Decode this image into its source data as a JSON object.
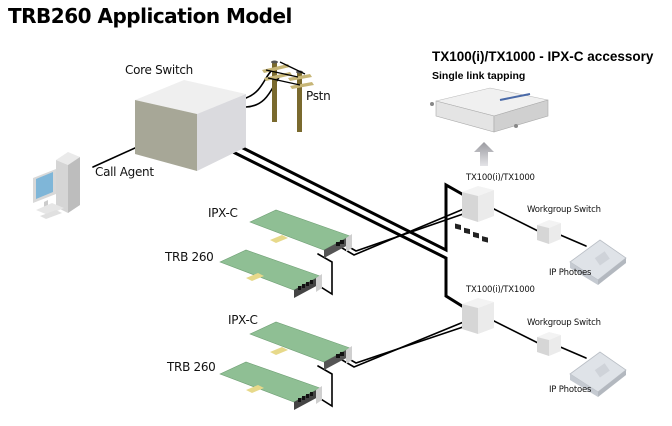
{
  "title": "TRB260 Application Model",
  "accessory": {
    "title": "TX100(i)/TX1000 - IPX-C accessory",
    "subtitle": "Single link tapping"
  },
  "nodes": {
    "core_switch": "Core Switch",
    "pstn": "Pstn",
    "call_agent": "Call Agent",
    "tap_top": "TX100(i)/TX1000",
    "tap_bottom": "TX100(i)/TX1000",
    "workgroup_top": "Workgroup Switch",
    "workgroup_bottom": "Workgroup Switch",
    "phone_top": "IP Photoes",
    "phone_bottom": "IP Photoes",
    "ipxc_top": "IPX-C",
    "trb_top": "TRB 260",
    "ipxc_bottom": "IPX-C",
    "trb_bottom": "TRB 260"
  },
  "colors": {
    "board": "#8fbf94",
    "box_front": "#a8a89a",
    "box_side": "#dcdce0",
    "box_top": "#eeeeee",
    "monitor_screen": "#7fb6d8",
    "pole": "#7a6a2e",
    "link": "#000000"
  }
}
